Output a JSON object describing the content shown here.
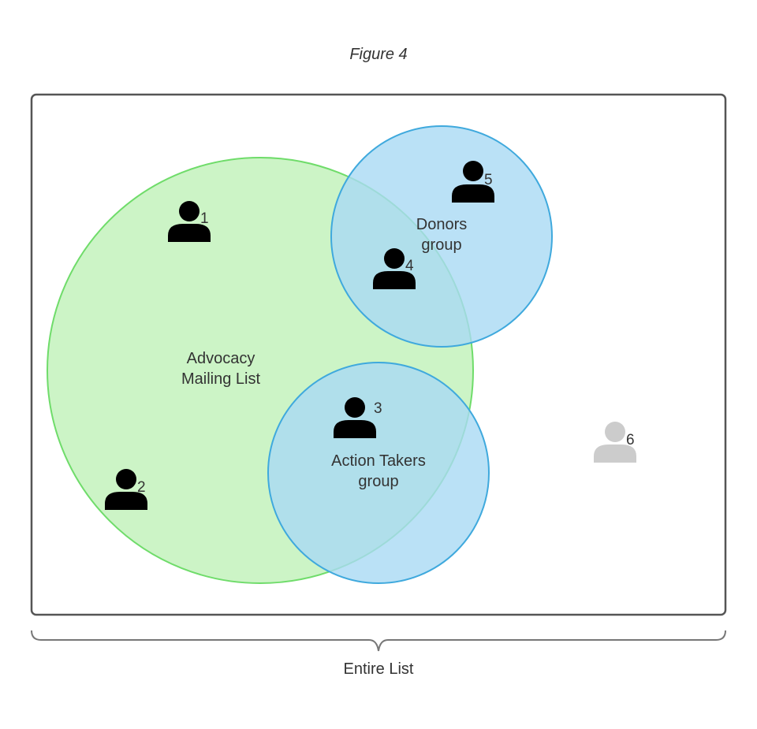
{
  "figure": {
    "title": "Figure 4"
  },
  "groups": {
    "advocacy": {
      "line1": "Advocacy",
      "line2": "Mailing List",
      "fill": "#c6f3c0",
      "stroke": "#6fdc6a"
    },
    "donors": {
      "line1": "Donors",
      "line2": "group",
      "fill": "#a9d9f4",
      "stroke": "#3fa9dd"
    },
    "action_takers": {
      "line1": "Action Takers",
      "line2": "group",
      "fill": "#a9d9f4",
      "stroke": "#3fa9dd"
    }
  },
  "people": [
    {
      "number": "1",
      "color": "#000000"
    },
    {
      "number": "2",
      "color": "#000000"
    },
    {
      "number": "3",
      "color": "#000000"
    },
    {
      "number": "4",
      "color": "#000000"
    },
    {
      "number": "5",
      "color": "#000000"
    },
    {
      "number": "6",
      "color": "#cccccc"
    }
  ],
  "bracket": {
    "label": "Entire List"
  },
  "colors": {
    "frame": "#555555",
    "text": "#333333"
  }
}
